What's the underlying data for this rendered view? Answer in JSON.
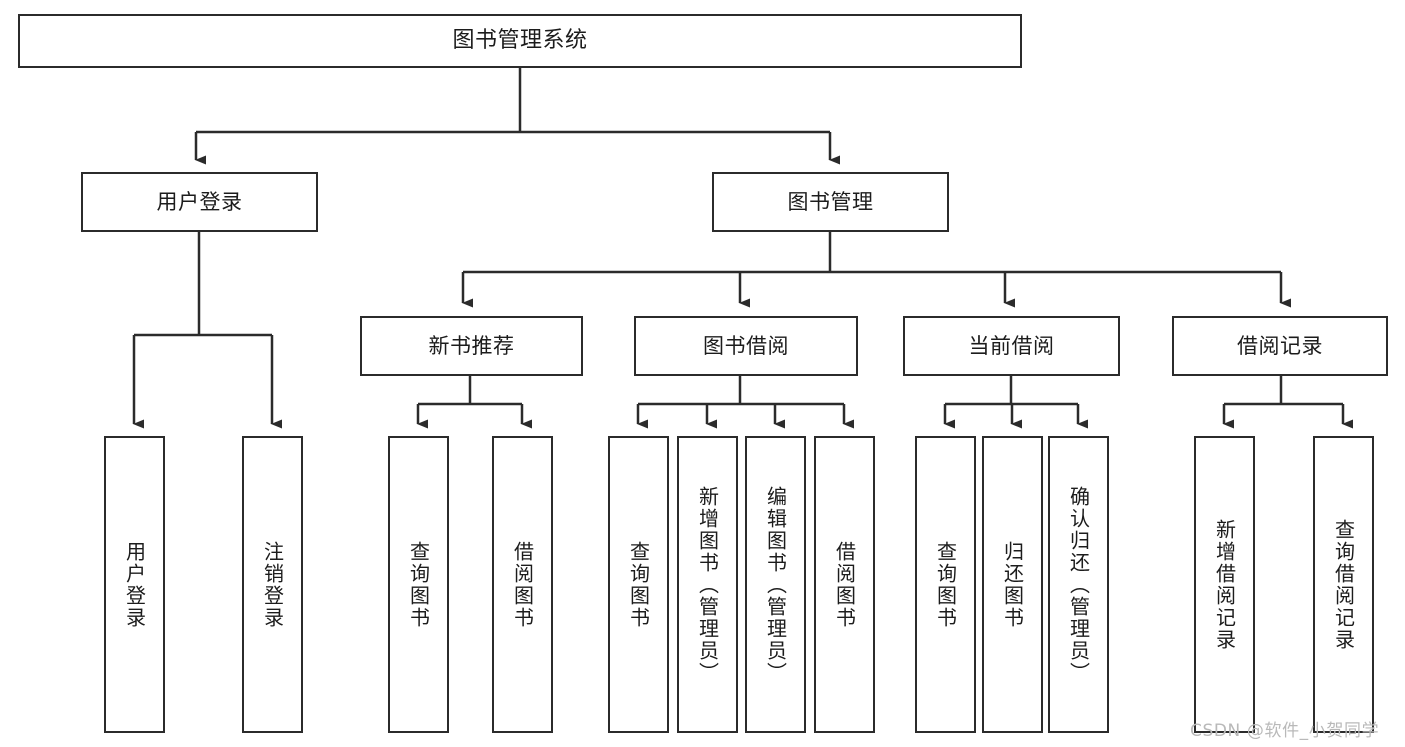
{
  "diagram": {
    "title": "图书管理系统",
    "type": "tree-hierarchy-diagram",
    "nodes": {
      "root": {
        "label": "图书管理系统"
      },
      "level2": [
        {
          "label": "用户登录"
        },
        {
          "label": "图书管理"
        }
      ],
      "level3": [
        {
          "label": "新书推荐"
        },
        {
          "label": "图书借阅"
        },
        {
          "label": "当前借阅"
        },
        {
          "label": "借阅记录"
        }
      ],
      "leaves_user_login": [
        {
          "label": "用户登录"
        },
        {
          "label": "注销登录"
        }
      ],
      "leaves_new_book": [
        {
          "label": "查询图书"
        },
        {
          "label": "借阅图书"
        }
      ],
      "leaves_book_borrow": [
        {
          "label": "查询图书"
        },
        {
          "label": "新增图书（管理员）"
        },
        {
          "label": "编辑图书（管理员）"
        },
        {
          "label": "借阅图书"
        }
      ],
      "leaves_current_borrow": [
        {
          "label": "查询图书"
        },
        {
          "label": "归还图书"
        },
        {
          "label": "确认归还（管理员）"
        }
      ],
      "leaves_borrow_record": [
        {
          "label": "新增借阅记录"
        },
        {
          "label": "查询借阅记录"
        }
      ]
    },
    "watermark": "CSDN @软件_小贺同学",
    "colors": {
      "stroke": "#2b2b2b",
      "text": "#1c1c1c",
      "background": "#ffffff",
      "watermark": "#b9b9b9"
    }
  }
}
